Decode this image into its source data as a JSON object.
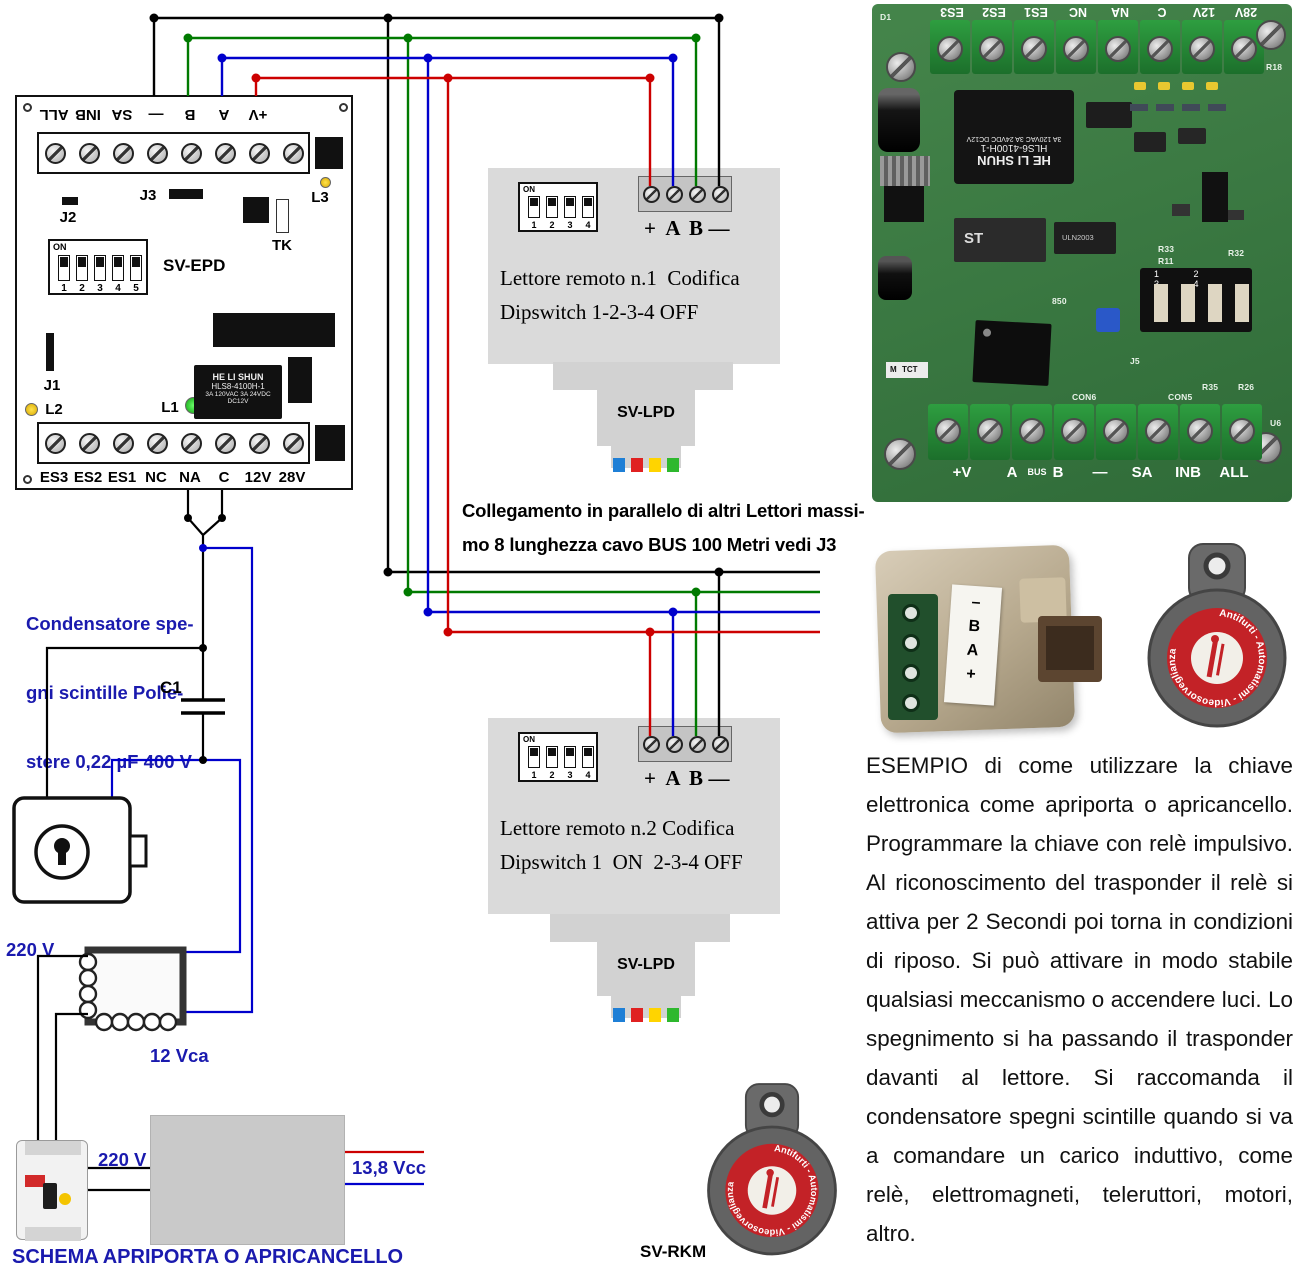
{
  "colors": {
    "wire_black": "#000000",
    "wire_green": "#007a00",
    "wire_blue": "#0000cc",
    "wire_red": "#cc0000",
    "schematic_text_blue": "#1a1aae",
    "lpd_wire_colors": [
      "#1e7fd6",
      "#e02121",
      "#ffd400",
      "#2eb82e"
    ]
  },
  "board": {
    "model": "SV-EPD",
    "top_labels": [
      "ALL",
      "INB",
      "SA",
      "—",
      "B",
      "A",
      "+V"
    ],
    "bottom_labels": [
      "ES3",
      "ES2",
      "ES1",
      "NC",
      "NA",
      "C",
      "12V",
      "28V"
    ],
    "j1": "J1",
    "j2": "J2",
    "j3": "J3",
    "tk": "TK",
    "l1": "L1",
    "l2": "L2",
    "l3": "L3",
    "dip_on": "ON",
    "dip_positions": [
      "1",
      "2",
      "3",
      "4",
      "5"
    ],
    "relay": {
      "brand": "HE LI SHUN",
      "model": "HLS8-4100H-1",
      "spec1": "3A 120VAC",
      "spec2": "3A 24VDC",
      "spec3": "DC12V"
    }
  },
  "readers": [
    {
      "title": "Lettore remoto n.1  Codifica",
      "subtitle": "Dipswitch 1-2-3-4 OFF",
      "dip_on": "ON",
      "dip_positions": [
        "1",
        "2",
        "3",
        "4"
      ],
      "terminals": [
        "+",
        "A",
        "B",
        "—"
      ],
      "module": "SV-LPD"
    },
    {
      "title": "Lettore remoto n.2 Codifica",
      "subtitle": "Dipswitch 1  ON  2-3-4 OFF",
      "dip_on": "ON",
      "dip_positions": [
        "1",
        "2",
        "3",
        "4"
      ],
      "terminals": [
        "+",
        "A",
        "B",
        "—"
      ],
      "module": "SV-LPD"
    }
  ],
  "bus_note": {
    "line1": "Collegamento in parallelo di altri Lettori massi-",
    "line2": "mo 8 lunghezza cavo BUS 100 Metri vedi J3"
  },
  "schematic": {
    "cap_note_l1": "Condensatore spe-",
    "cap_note_l2": "gni scintille Polie-",
    "cap_note_l3": "stere 0,22 µF 400 V",
    "c1": "C1",
    "mains_top": "220 V",
    "secondary": "12 Vca",
    "mains_bottom": "220 V",
    "dc_out": "13,8 Vcc",
    "title": "SCHEMA APRIPORTA O APRICANCELLO"
  },
  "pcb": {
    "top_labels": [
      "ES3",
      "ES2",
      "ES1",
      "NC",
      "NA",
      "C",
      "12V",
      "28V"
    ],
    "bottom_labels": [
      "+V",
      "A",
      "BUS",
      "B",
      "—",
      "SA",
      "INB",
      "ALL"
    ],
    "relay": {
      "brand": "HE LI SHUN",
      "model": "HLS6-4100H-1",
      "spec": "3A 120VAC  3A 24VDC  DC12V"
    },
    "chips": {
      "st": "ST",
      "uln": "ULN2003"
    },
    "dip_digits": "1 2 3 4",
    "silkscreen": [
      "D1",
      "R18",
      "R33",
      "R11",
      "R32",
      "J5",
      "CON5",
      "CON6",
      "R35",
      "R26",
      "U6",
      "850",
      "M",
      "TCT"
    ]
  },
  "module_photo": {
    "sticker": [
      "–",
      "B",
      "A",
      "+"
    ]
  },
  "keyfob": {
    "ring_text": "Antifurti  -  Automatismi  -  Videosorveglianza",
    "model_label": "SV-RKM"
  },
  "paragraph": "ESEMPIO di come utilizzare la chiave elettronica come apriporta o apricancello. Programmare la chiave con relè impulsivo. Al riconoscimento del trasponder il relè si attiva per 2 Secondi poi torna in condizioni di riposo. Si può attivare in modo stabile qualsiasi meccanismo o accendere luci. Lo spegnimento si ha passando il trasponder davanti al lettore. Si raccomanda il condensatore spegni scintille quando si va a comandare un carico induttivo, come relè, elettromagneti, teleruttori, motori, altro."
}
